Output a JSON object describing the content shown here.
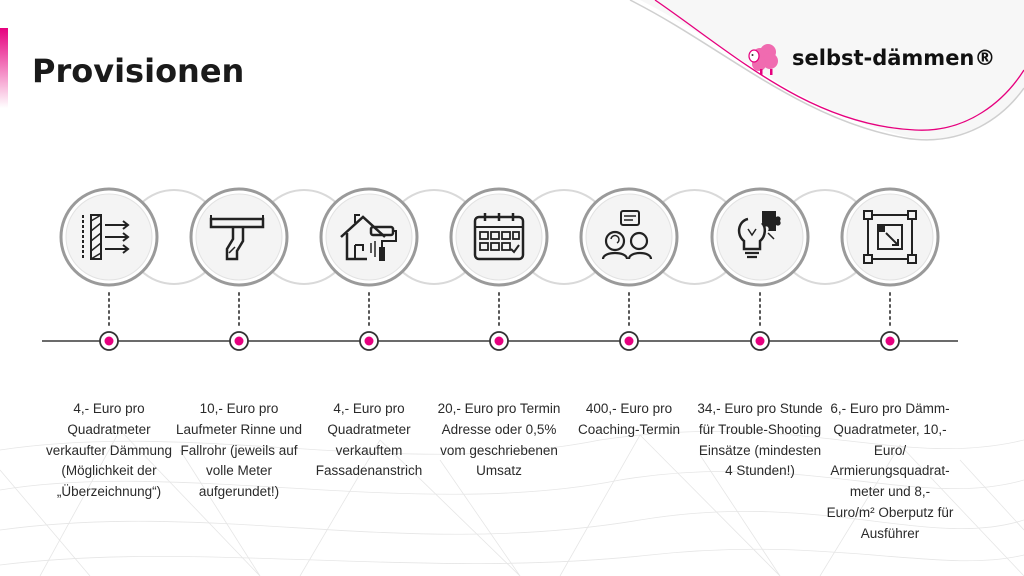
{
  "slide": {
    "title": "Provisionen",
    "brand": "selbst-dämmen®",
    "accent_color": "#e6007e"
  },
  "items": [
    {
      "icon": "wall-insulation-icon",
      "text": "4,- Euro pro Quadratmeter verkaufter Dämmung (Möglichkeit der „Überzeichnung“)"
    },
    {
      "icon": "gutter-downpipe-icon",
      "text": "10,- Euro pro Laufmeter Rinne und Fallrohr (jeweils auf volle Meter aufgerundet!)"
    },
    {
      "icon": "house-paint-roller-icon",
      "text": "4,- Euro pro Quadratmeter verkauftem Fassadenanstrich"
    },
    {
      "icon": "calendar-icon",
      "text": "20,- Euro pro Termin Adresse oder 0,5% vom geschriebenen Umsatz"
    },
    {
      "icon": "coaching-conversation-icon",
      "text": "400,- Euro pro Coaching-Termin"
    },
    {
      "icon": "lightbulb-puzzle-icon",
      "text": "34,- Euro pro Stunde für Trouble-Shooting Einsätze (mindesten 4 Stunden!)"
    },
    {
      "icon": "area-measure-icon",
      "text": "6,- Euro pro Dämm-Quadratmeter, 10,- Euro/ Armierungsquadrat-meter und 8,- Euro/m² Oberputz für Ausführer"
    }
  ]
}
